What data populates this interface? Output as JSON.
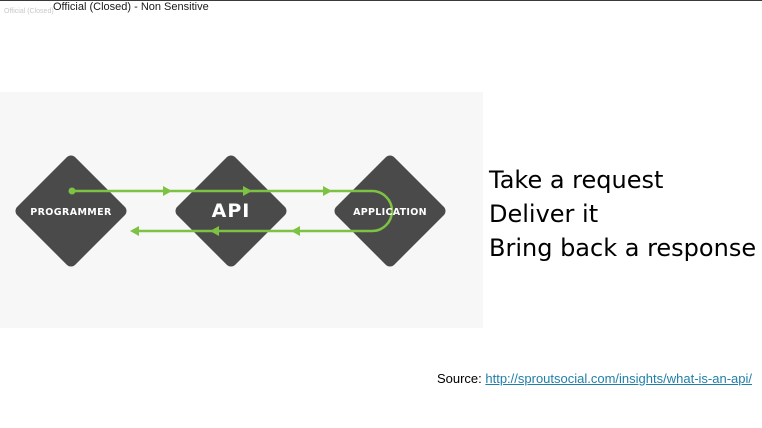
{
  "header": {
    "classification_faint": "Official (Closed)",
    "classification": "Official (Closed) - Non Sensitive"
  },
  "diagram": {
    "nodes": [
      {
        "id": "programmer",
        "label": "PROGRAMMER"
      },
      {
        "id": "api",
        "label": "API"
      },
      {
        "id": "application",
        "label": "APPLICATION"
      }
    ],
    "colors": {
      "node_fill": "#4a4a4a",
      "arrow": "#7dc242",
      "panel": "#f7f7f7"
    }
  },
  "bullets": [
    "Take a request",
    "Deliver it",
    "Bring back a response"
  ],
  "source": {
    "label": "Source: ",
    "link_text": "http://sproutsocial.com/insights/what-is-an-api/"
  }
}
